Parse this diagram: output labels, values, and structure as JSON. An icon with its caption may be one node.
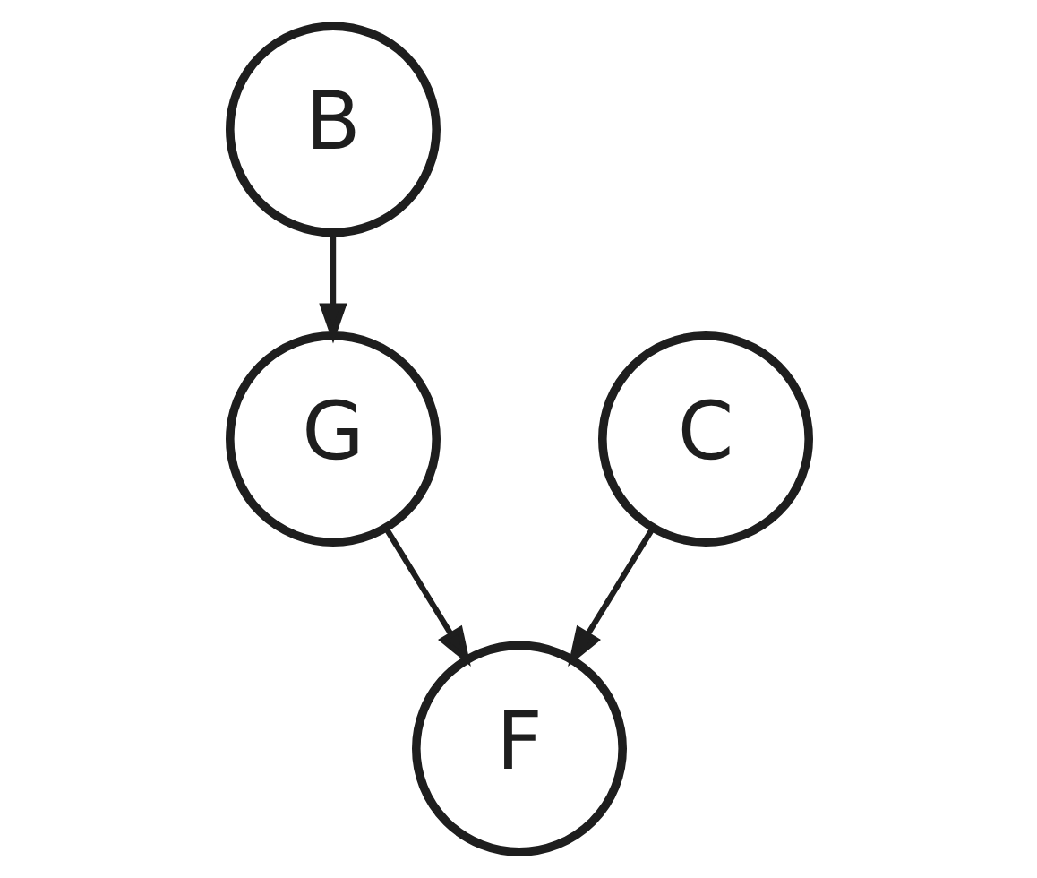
{
  "diagram": {
    "nodes": [
      {
        "text": [
          "B"
        ]
      },
      {
        "text": [
          "C"
        ]
      },
      {
        "text": [
          "G"
        ]
      },
      {
        "text": [
          "F"
        ]
      }
    ],
    "edges": [
      {
        "from": 0,
        "to": 2,
        "arrow": "to"
      },
      {
        "from": 2,
        "to": 3,
        "arrow": "to"
      },
      {
        "from": 1,
        "to": 3,
        "arrow": "to"
      }
    ]
  }
}
